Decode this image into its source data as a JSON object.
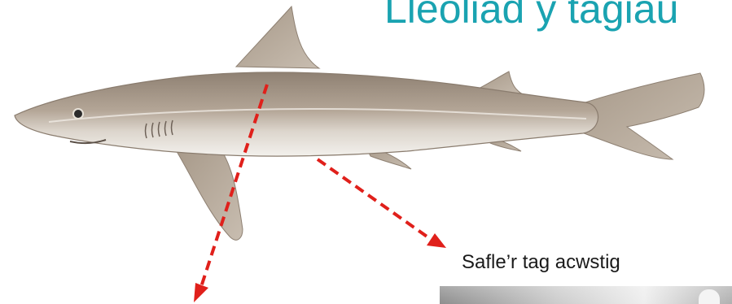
{
  "title": "Lleoliad y tagiau",
  "caption": "Safle’r tag acwstig",
  "colors": {
    "title": "#1aa3b1",
    "arrows": "#e0201b",
    "shark_body": "#a89a8a",
    "shark_belly": "#f2f0ec"
  },
  "illustration": "shark-side-view",
  "photo": "acoustic-tag-photo"
}
